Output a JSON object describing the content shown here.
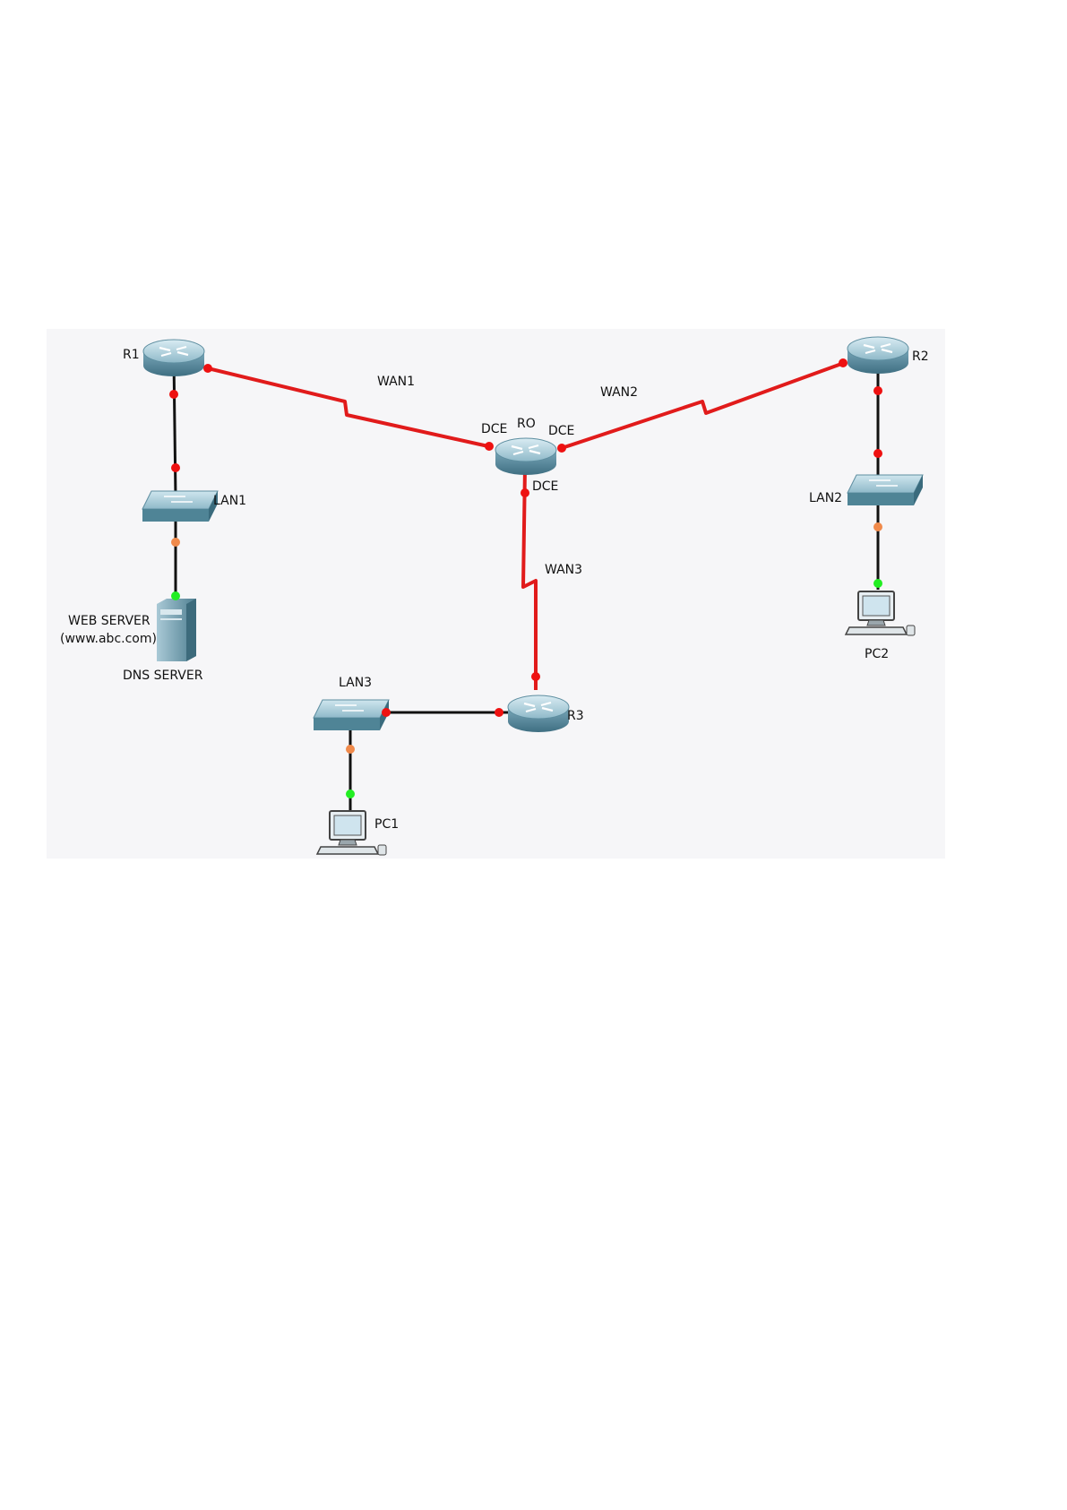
{
  "colors": {
    "panel": "#f6f6f8",
    "serial_link": "#e11b1b",
    "ethernet_link": "#111111",
    "port_red": "#ee1111",
    "port_orange": "#f08a4b",
    "port_green": "#22ee22",
    "device": "#6fa3b8"
  },
  "devices": {
    "r1": {
      "name": "R1",
      "icon": "router-icon"
    },
    "r0": {
      "name": "RO",
      "icon": "router-icon"
    },
    "r2": {
      "name": "R2",
      "icon": "router-icon"
    },
    "r3": {
      "name": "R3",
      "icon": "router-icon"
    },
    "lan1": {
      "name": "LAN1",
      "icon": "switch-icon"
    },
    "lan2": {
      "name": "LAN2",
      "icon": "switch-icon"
    },
    "lan3": {
      "name": "LAN3",
      "icon": "switch-icon"
    },
    "server": {
      "line1": "WEB SERVER",
      "line2": "(www.abc.com)",
      "line3": "DNS SERVER",
      "icon": "server-icon"
    },
    "pc1": {
      "name": "PC1",
      "icon": "pc-icon"
    },
    "pc2": {
      "name": "PC2",
      "icon": "pc-icon"
    }
  },
  "links": {
    "wan1": "WAN1",
    "wan2": "WAN2",
    "wan3": "WAN3",
    "dce_wan1": "DCE",
    "dce_wan2": "DCE",
    "dce_wan3": "DCE"
  }
}
